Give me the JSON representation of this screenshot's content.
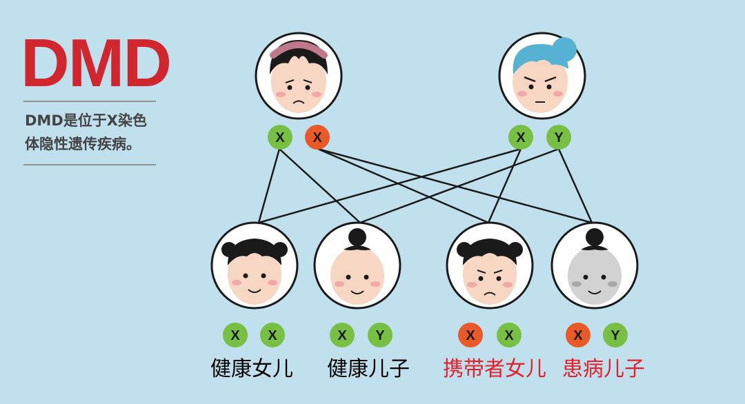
{
  "header": {
    "title": "DMD",
    "description_lines": [
      "DMD是位于X染色",
      "体隐性遗传疾病。"
    ]
  },
  "colors": {
    "background": "#bfe0ec",
    "title_red": "#d2262f",
    "normal_allele": "#77c044",
    "mutant_allele": "#ea5a29",
    "healthy_label": "#000000",
    "affected_label": "#e4202a"
  },
  "parents": {
    "mother": {
      "icon": "mother-face-icon",
      "alleles": [
        "X",
        "X"
      ],
      "mutant": [
        false,
        true
      ]
    },
    "father": {
      "icon": "father-face-icon",
      "alleles": [
        "X",
        "Y"
      ],
      "mutant": [
        false,
        false
      ]
    }
  },
  "children": [
    {
      "icon": "healthy-daughter-face-icon",
      "alleles": [
        "X",
        "X"
      ],
      "mutant": [
        false,
        false
      ],
      "label": "健康女儿",
      "status": "healthy"
    },
    {
      "icon": "healthy-son-face-icon",
      "alleles": [
        "X",
        "Y"
      ],
      "mutant": [
        false,
        false
      ],
      "label": "健康儿子",
      "status": "healthy"
    },
    {
      "icon": "carrier-daughter-face-icon",
      "alleles": [
        "X",
        "X"
      ],
      "mutant": [
        true,
        false
      ],
      "label": "携带者女儿",
      "status": "carrier"
    },
    {
      "icon": "affected-son-face-icon",
      "alleles": [
        "X",
        "Y"
      ],
      "mutant": [
        true,
        false
      ],
      "label": "患病儿子",
      "status": "affected"
    }
  ]
}
